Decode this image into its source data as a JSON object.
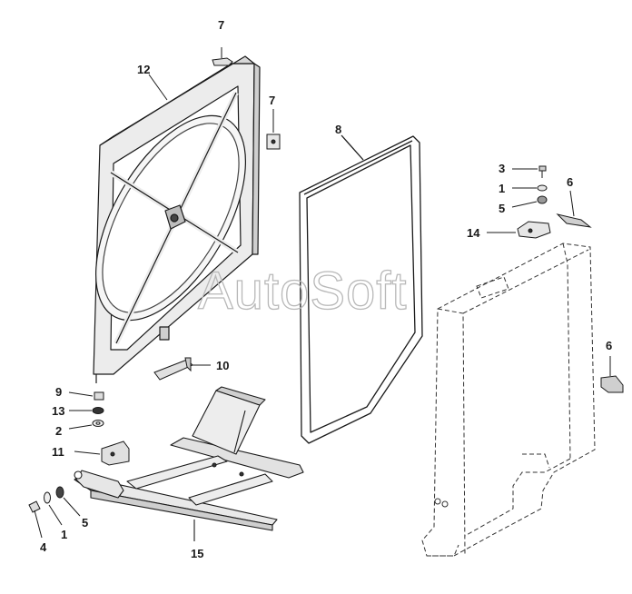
{
  "watermark": "AutoSoft",
  "callouts": {
    "c7a": "7",
    "c7b": "7",
    "c8": "8",
    "c12": "12",
    "c3": "3",
    "c1a": "1",
    "c5a": "5",
    "c6a": "6",
    "c14": "14",
    "c6b": "6",
    "c10": "10",
    "c9": "9",
    "c13": "13",
    "c2": "2",
    "c11": "11",
    "c4": "4",
    "c1b": "1",
    "c5b": "5",
    "c15": "15"
  },
  "colors": {
    "line": "#1a1a1a",
    "fill_light": "#e6e6e6",
    "fill_mid": "#c9c9c9",
    "watermark": "#b8b8b8"
  }
}
